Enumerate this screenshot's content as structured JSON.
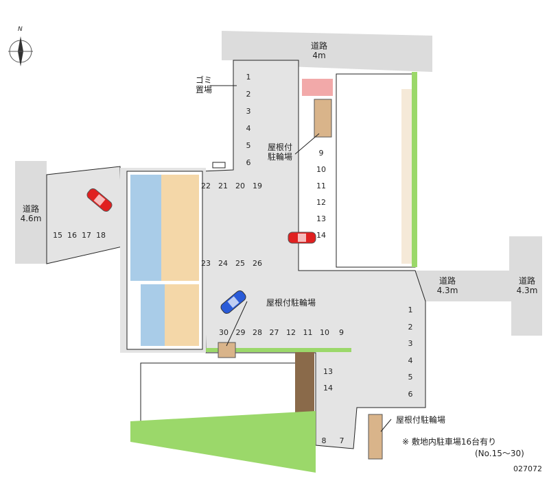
{
  "roads": {
    "top": {
      "name": "道路",
      "width": "4m"
    },
    "left": {
      "name": "道路",
      "width": "4.6m"
    },
    "right_inner": {
      "name": "道路",
      "width": "4.3m"
    },
    "right_outer": {
      "name": "道路",
      "width": "4.3m"
    }
  },
  "facilities": {
    "garbage": {
      "line1": "ゴミ",
      "line2": "置場"
    },
    "bike_top": {
      "line1": "屋根付",
      "line2": "駐輪場"
    },
    "bike_middle": "屋根付駐輪場",
    "bike_bottom": "屋根付駐輪場"
  },
  "parking": {
    "top_column": [
      "1",
      "2",
      "3",
      "4",
      "5",
      "6"
    ],
    "left_strip": [
      "15",
      "16",
      "17",
      "18"
    ],
    "upper_row": [
      "22",
      "21",
      "20",
      "19"
    ],
    "lower_row": [
      "23",
      "24",
      "25",
      "26"
    ],
    "east_column": [
      "9",
      "10",
      "11",
      "12",
      "13",
      "14"
    ],
    "south_row": [
      "30",
      "29",
      "28",
      "27",
      "12",
      "11",
      "10",
      "9"
    ],
    "south_pair": [
      "13",
      "14"
    ],
    "right_column": [
      "1",
      "2",
      "3",
      "4",
      "5",
      "6"
    ],
    "bottom_pair": [
      "8",
      "7"
    ]
  },
  "note": {
    "line1": "※ 敷地内駐車場16台有り",
    "line2": "(No.15〜30)"
  },
  "map_code": "027072",
  "compass": {
    "label": "N"
  },
  "colors": {
    "road": "#dcdcdc",
    "lot": "#e4e4e4",
    "green": "#9bd86a",
    "tan": "#f4d7a8",
    "blue": "#a9cce8",
    "pink": "#f2a9a9",
    "car_red": "#e02020",
    "car_blue": "#2a5bd8"
  }
}
